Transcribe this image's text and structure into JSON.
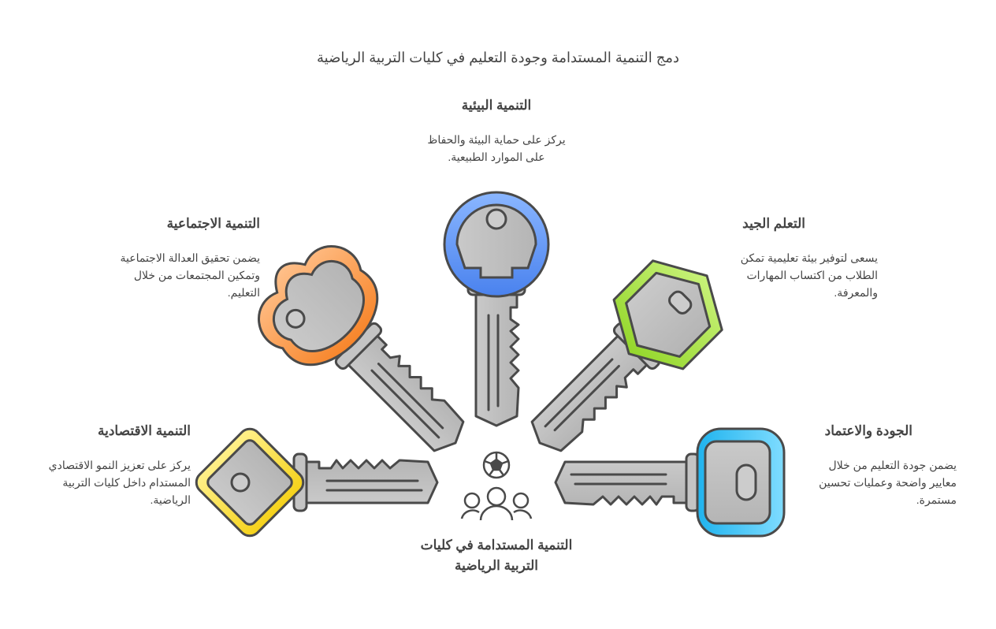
{
  "title": "دمج التنمية المستدامة وجودة التعليم في كليات التربية الرياضية",
  "center": {
    "label": "التنمية المستدامة في كليات التربية الرياضية"
  },
  "items": [
    {
      "heading": "التنمية البيئية",
      "body": "يركز على حماية البيئة والحفاظ على الموارد الطبيعية.",
      "color": "#5b8ff0"
    },
    {
      "heading": "التنمية الاجتماعية",
      "body": "يضمن تحقيق العدالة الاجتماعية وتمكين المجتمعات من خلال التعليم.",
      "color": "#f7913d"
    },
    {
      "heading": "التعلم الجيد",
      "body": "يسعى لتوفير بيئة تعليمية تمكن الطلاب من اكتساب المهارات والمعرفة.",
      "color": "#a6e03a"
    },
    {
      "heading": "التنمية الاقتصادية",
      "body": "يركز على تعزيز النمو الاقتصادي المستدام داخل كليات التربية الرياضية.",
      "color": "#f7d931"
    },
    {
      "heading": "الجودة والاعتماد",
      "body": "يضمن جودة التعليم من خلال معايير واضحة وعمليات تحسين مستمرة.",
      "color": "#30bff0"
    }
  ]
}
